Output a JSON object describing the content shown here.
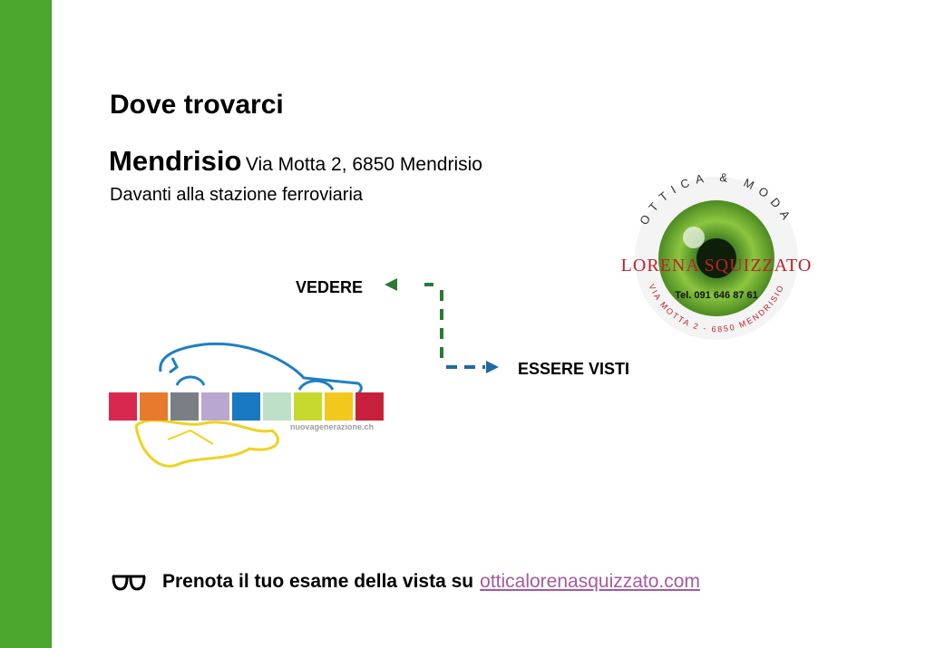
{
  "heading": "Dove trovarci",
  "location": {
    "city": "Mendrisio",
    "street": "Via Motta 2, 6850 Mendrisio",
    "note": "Davanti alla stazione ferroviaria"
  },
  "tagline": {
    "vedere": "VEDERE",
    "visti": "ESSERE VISTI"
  },
  "shop_logo": {
    "ring_top": "OTTICA & MODA",
    "name": "LORENA SQUIZZATO",
    "phone": "Tel. 091 646 87 61",
    "ring_bottom": "VIA MOTTA 2 - 6850 MENDRISIO"
  },
  "ng_logo": {
    "url": "nuovagenerazione.ch",
    "badge_colors": [
      "#d8284f",
      "#e87a2d",
      "#7a7f86",
      "#b9a7d0",
      "#1979c0",
      "#bfe0c8",
      "#c7d92c",
      "#f3c81d",
      "#c7203d"
    ]
  },
  "footer": {
    "text": "Prenota il tuo esame della vista su",
    "link": "otticalorenasquizzato.com"
  },
  "colors": {
    "sidebar": "#4aa62d",
    "link": "#a45aa0",
    "arrow_green": "#2a7a35",
    "arrow_blue": "#1f6aa0"
  }
}
